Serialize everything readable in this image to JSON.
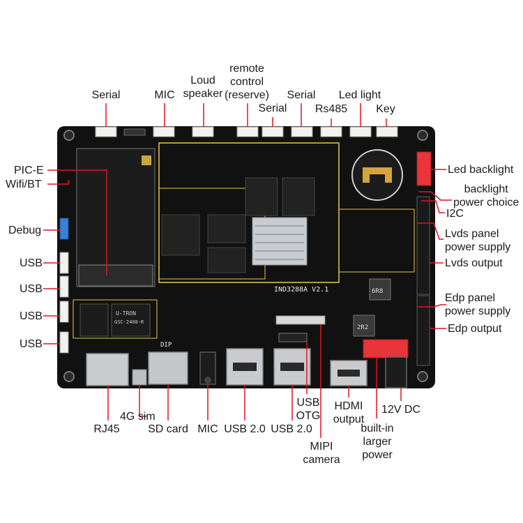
{
  "labels": {
    "top": {
      "serial_1": "Serial",
      "mic": "MIC",
      "loud_speaker": "Loud\nspeaker",
      "remote_control": "remote\ncontrol\n(reserve)",
      "serial_2": "Serial",
      "serial_3": "Serial",
      "rs485": "Rs485",
      "led_light": "Led light",
      "key": "Key"
    },
    "left": {
      "pcie": "PIC-E",
      "wifi_bt": "Wifi/BT",
      "debug": "Debug",
      "usb_1": "USB",
      "usb_2": "USB",
      "usb_3": "USB",
      "usb_4": "USB"
    },
    "right": {
      "led_backlight": "Led backlight",
      "backlight_power_choice": "backlight\npower choice",
      "i2c": "I2C",
      "lvds_panel_power_supply": "Lvds panel\npower supply",
      "lvds_output": "Lvds output",
      "edp_panel_power_supply": "Edp panel\npower supply",
      "edp_output": "Edp output"
    },
    "bottom": {
      "rj45": "RJ45",
      "sim_4g": "4G sim",
      "sd_card": "SD card",
      "mic": "MIC",
      "usb20_1": "USB 2.0",
      "usb20_2": "USB 2.0",
      "usb_otg": "USB\nOTG",
      "mipi_camera": "MIPI\ncamera",
      "hdmi_output": "HDMI\noutput",
      "built_in_larger_power": "built-in\nlarger\npower",
      "dc_12v": "12V DC"
    }
  },
  "board_markings": {
    "model": "IND3288A V2.1",
    "module_chip": "U-TRON",
    "module_chip_sub": "GSC-2408-R",
    "dip": "DIP",
    "coil_1": "2R2",
    "coil_2": "6R8"
  },
  "colors": {
    "pointer_line": "#e0141e",
    "board": "#111111",
    "silk": "#e8c84a",
    "connector_red": "#e8343a",
    "connector_blue": "#3a7fd8",
    "connector_white": "#f2f2ee",
    "label_text": "#1a1a1a"
  }
}
